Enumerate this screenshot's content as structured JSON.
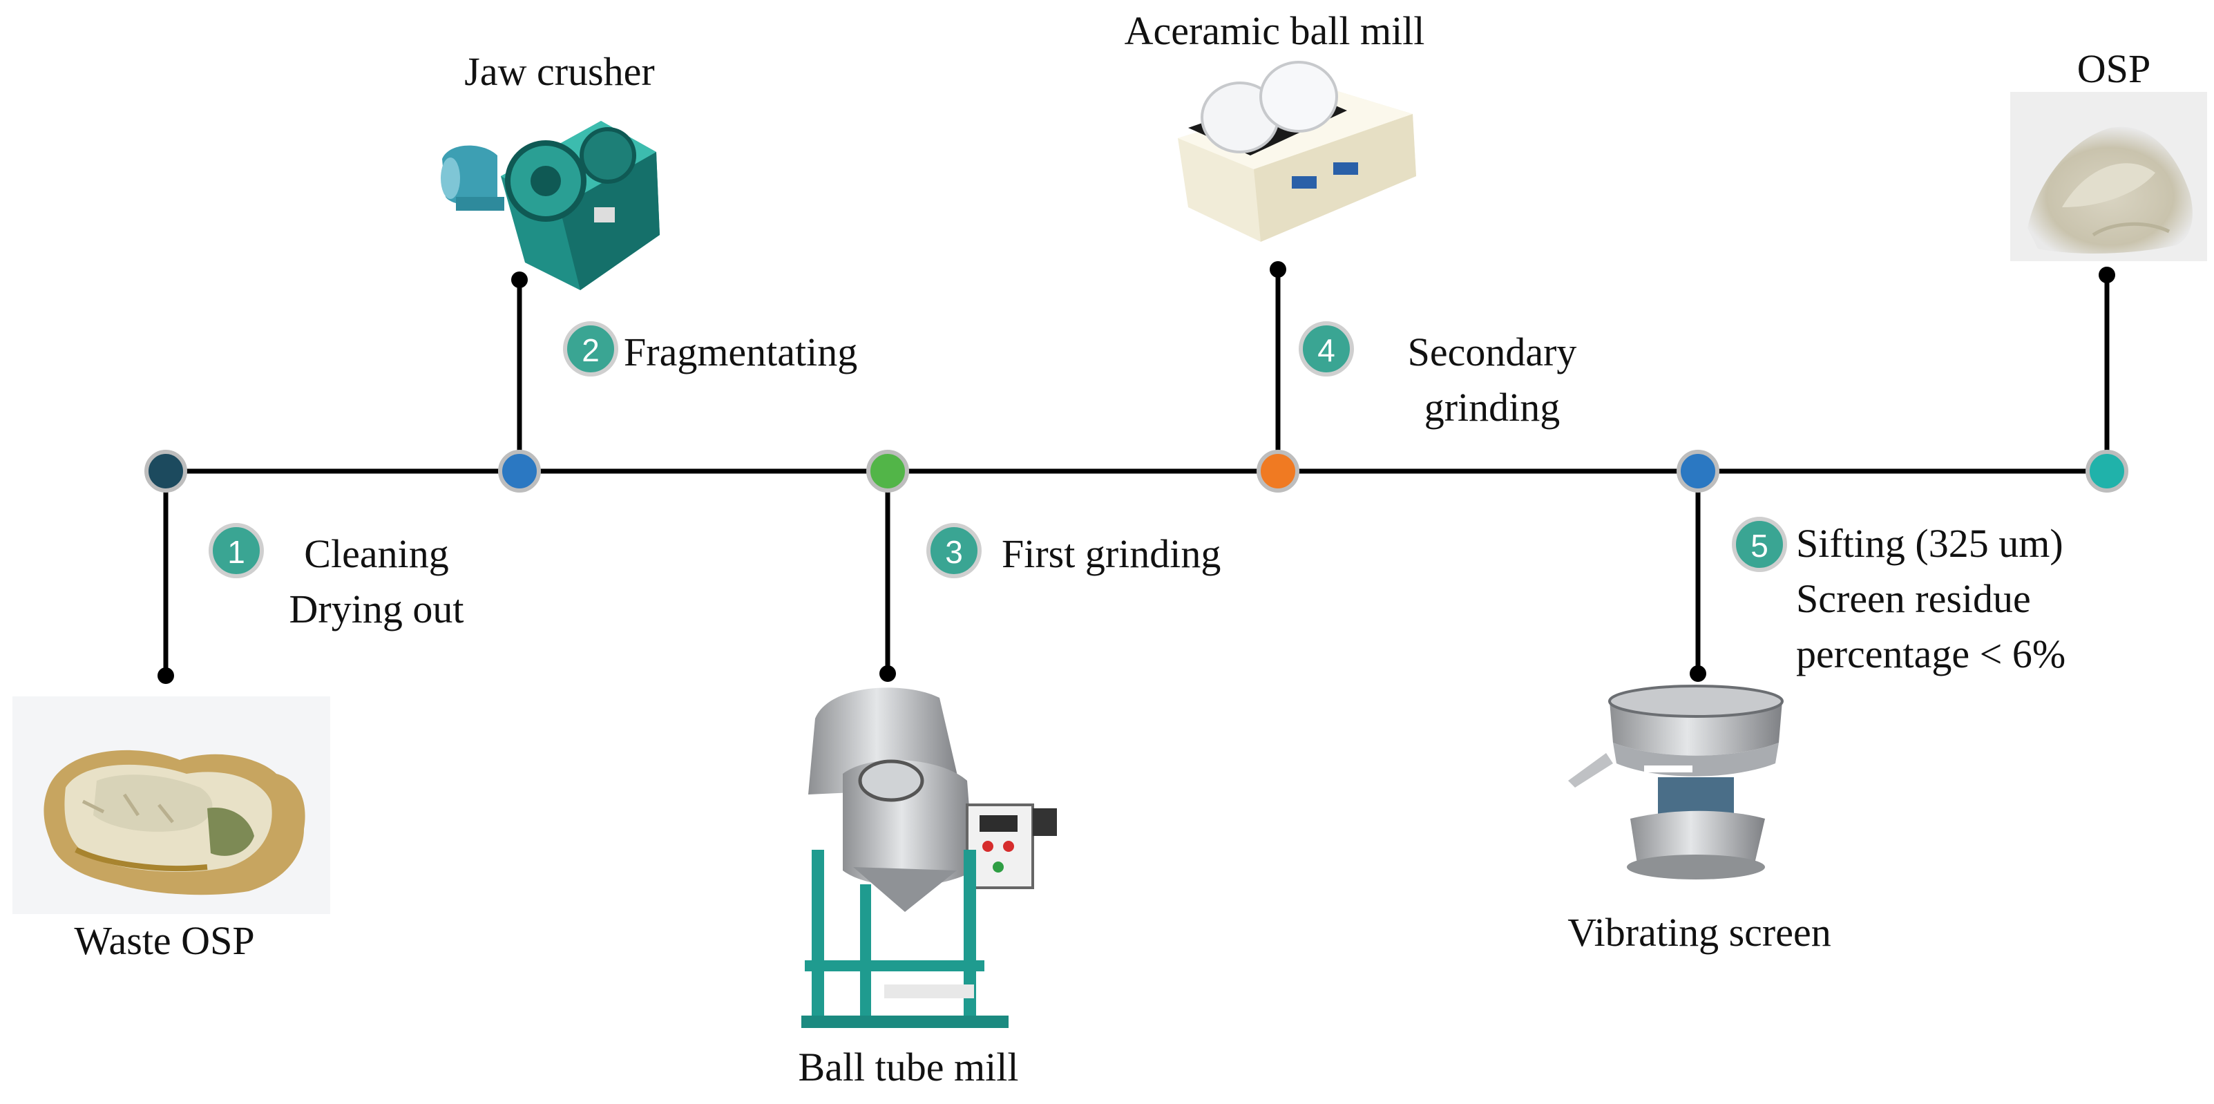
{
  "colors": {
    "line": "#000000",
    "badge_fill": "#3aa593",
    "badge_ring": "#cfcfcf",
    "node_1": "#1c4a5e",
    "node_2": "#2b78c2",
    "node_3": "#52b548",
    "node_4": "#f07a22",
    "node_5": "#2b78c2",
    "node_6": "#20b2aa"
  },
  "equipment": {
    "waste_osp": "Waste OSP",
    "jaw_crusher": "Jaw crusher",
    "ball_tube_mill": "Ball tube mill",
    "ceramic_ball_mill": "Aceramic ball mill",
    "vibrating_screen": "Vibrating screen",
    "osp": "OSP"
  },
  "steps": [
    {
      "number": "1",
      "lines": [
        "Cleaning",
        "Drying out"
      ]
    },
    {
      "number": "2",
      "lines": [
        "Fragmentating"
      ]
    },
    {
      "number": "3",
      "lines": [
        "First grinding"
      ]
    },
    {
      "number": "4",
      "lines": [
        "Secondary",
        "grinding"
      ]
    },
    {
      "number": "5",
      "lines": [
        "Sifting (325 um)",
        "Screen residue",
        "percentage < 6%"
      ]
    }
  ],
  "icons": {
    "oyster": "oyster-shell-photo",
    "jaw": "jaw-crusher-photo",
    "ball_tube": "ball-tube-mill-photo",
    "ceramic": "ceramic-ball-mill-photo",
    "screen": "vibrating-screen-photo",
    "powder": "osp-powder-photo"
  }
}
